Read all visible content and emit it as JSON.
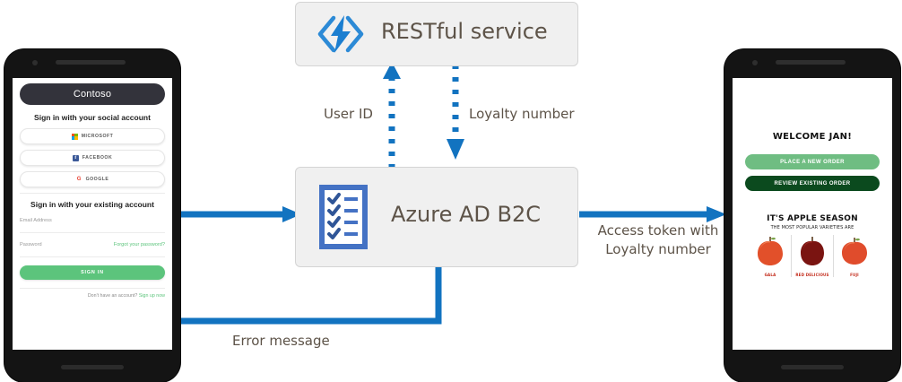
{
  "diagram": {
    "title": "Azure AD B2C with RESTful service",
    "accent_blue": "#1273c0",
    "box_fill": "#f0f0f0",
    "text_color": "#5d5348"
  },
  "boxes": [
    {
      "id": "restful",
      "label": "RESTful service",
      "icon": "azure-function-icon"
    },
    {
      "id": "b2c",
      "label": "Azure AD B2C",
      "icon": "checklist-icon"
    }
  ],
  "connectors": [
    {
      "id": "user-id",
      "label": "User ID",
      "style": "dotted",
      "direction": "up"
    },
    {
      "id": "loyalty-number",
      "label": "Loyalty number",
      "style": "dotted",
      "direction": "down"
    },
    {
      "id": "signin",
      "label": "",
      "style": "solid",
      "direction": "right"
    },
    {
      "id": "access-token",
      "label_line1": "Access token with",
      "label_line2": "Loyalty number",
      "style": "solid",
      "direction": "right"
    },
    {
      "id": "error",
      "label": "Error message",
      "style": "solid",
      "direction": "left"
    }
  ],
  "left_phone": {
    "app_name": "Contoso",
    "social_heading": "Sign in with your social account",
    "social_buttons": [
      {
        "label": "MICROSOFT",
        "icon": "microsoft-icon"
      },
      {
        "label": "FACEBOOK",
        "icon": "facebook-icon"
      },
      {
        "label": "GOOGLE",
        "icon": "google-icon"
      }
    ],
    "existing_heading": "Sign in with your existing account",
    "email_placeholder": "Email Address",
    "email_value": "",
    "password_placeholder": "Password",
    "password_value": "",
    "forgot_link": "Forgot your password?",
    "signin_button": "SIGN IN",
    "signup_prompt": "Don't have an account?",
    "signup_link": "Sign up now",
    "accent_green": "#5cc47c"
  },
  "right_phone": {
    "welcome": "WELCOME JAN!",
    "buttons": [
      {
        "label": "PLACE A NEW ORDER",
        "color": "#6fbd82"
      },
      {
        "label": "REVIEW EXISTING  ORDER",
        "color": "#0b4a1e"
      }
    ],
    "promo_heading": "IT'S APPLE SEASON",
    "promo_sub": "THE MOST POPULAR VARIETIES ARE",
    "apples": [
      {
        "name": "GALA",
        "color": "#e2502a"
      },
      {
        "name": "RED DELICIOUS",
        "color": "#7a1411"
      },
      {
        "name": "FUJI",
        "color": "#e04c2c"
      }
    ]
  }
}
